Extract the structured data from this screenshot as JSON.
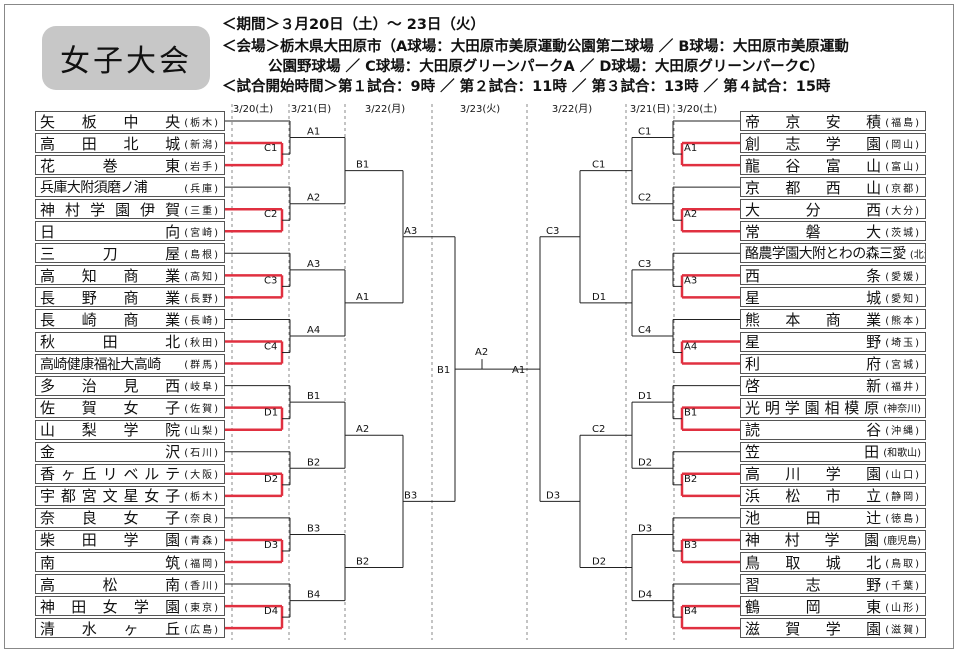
{
  "title": "女子大会",
  "info": [
    "＜期間＞３月20日（土）～ 23日（火）",
    "＜会場＞栃木県大田原市（A球場：大田原市美原運動公園第二球場 ／ B球場：大田原市美原運動",
    "公園野球場 ／ C球場：大田原グリーンパークA ／ D球場：大田原グリーンパークC）",
    "＜試合開始時間＞第１試合：9時 ／ 第２試合：11時 ／ 第３試合：13時 ／ 第４試合：15時"
  ],
  "dates": {
    "left": [
      "3/20(土)",
      "3/21(日)",
      "3/22(月)"
    ],
    "center": "3/23(火)",
    "right": [
      "3/22(月)",
      "3/21(日)",
      "3/20(土)"
    ]
  },
  "left_teams": [
    {
      "name": "矢板中央",
      "pref": "栃木"
    },
    {
      "name": "高田北城",
      "pref": "新潟"
    },
    {
      "name": "花巻東",
      "pref": "岩手"
    },
    {
      "name": "兵庫大附須磨ノ浦",
      "pref": "兵庫"
    },
    {
      "name": "神村学園伊賀",
      "pref": "三重"
    },
    {
      "name": "日向",
      "pref": "宮崎"
    },
    {
      "name": "三刀屋",
      "pref": "島根"
    },
    {
      "name": "高知商業",
      "pref": "高知"
    },
    {
      "name": "長野商業",
      "pref": "長野"
    },
    {
      "name": "長崎商業",
      "pref": "長崎"
    },
    {
      "name": "秋田北",
      "pref": "秋田"
    },
    {
      "name": "高崎健康福祉大高崎",
      "pref": "群馬"
    },
    {
      "name": "多治見西",
      "pref": "岐阜"
    },
    {
      "name": "佐賀女子",
      "pref": "佐賀"
    },
    {
      "name": "山梨学院",
      "pref": "山梨"
    },
    {
      "name": "金沢",
      "pref": "石川"
    },
    {
      "name": "香ヶ丘リベルテ",
      "pref": "大阪"
    },
    {
      "name": "宇都宮文星女子",
      "pref": "栃木"
    },
    {
      "name": "奈良女子",
      "pref": "奈良"
    },
    {
      "name": "柴田学園",
      "pref": "青森"
    },
    {
      "name": "南筑",
      "pref": "福岡"
    },
    {
      "name": "高松南",
      "pref": "香川"
    },
    {
      "name": "神田女学園",
      "pref": "東京"
    },
    {
      "name": "清水ヶ丘",
      "pref": "広島"
    }
  ],
  "right_teams": [
    {
      "name": "帝京安積",
      "pref": "福島"
    },
    {
      "name": "創志学園",
      "pref": "岡山"
    },
    {
      "name": "龍谷富山",
      "pref": "富山"
    },
    {
      "name": "京都西山",
      "pref": "京都"
    },
    {
      "name": "大分西",
      "pref": "大分"
    },
    {
      "name": "常磐大",
      "pref": "茨城"
    },
    {
      "name": "酪農学園大附とわの森三愛",
      "pref": "北海道"
    },
    {
      "name": "西条",
      "pref": "愛媛"
    },
    {
      "name": "星城",
      "pref": "愛知"
    },
    {
      "name": "熊本商業",
      "pref": "熊本"
    },
    {
      "name": "星野",
      "pref": "埼玉"
    },
    {
      "name": "利府",
      "pref": "宮城"
    },
    {
      "name": "啓新",
      "pref": "福井"
    },
    {
      "name": "光明学園相模原",
      "pref": "神奈川"
    },
    {
      "name": "読谷",
      "pref": "沖縄"
    },
    {
      "name": "笠田",
      "pref": "和歌山"
    },
    {
      "name": "高川学園",
      "pref": "山口"
    },
    {
      "name": "浜松市立",
      "pref": "静岡"
    },
    {
      "name": "池田辻",
      "pref": "徳島"
    },
    {
      "name": "神村学園",
      "pref": "鹿児島"
    },
    {
      "name": "鳥取城北",
      "pref": "鳥取"
    },
    {
      "name": "習志野",
      "pref": "千葉"
    },
    {
      "name": "鶴岡東",
      "pref": "山形"
    },
    {
      "name": "滋賀学園",
      "pref": "滋賀"
    }
  ],
  "left_r1_labels": [
    "C1",
    "C2",
    "C3",
    "C4",
    "D1",
    "D2",
    "D3",
    "D4"
  ],
  "left_r2_labels": [
    "A1",
    "A2",
    "A3",
    "A4",
    "B1",
    "B2",
    "B3",
    "B4"
  ],
  "left_r3_labels": [
    "B1",
    "A1",
    "A2",
    "B2"
  ],
  "left_r4_labels": [
    "A3",
    "B3"
  ],
  "left_semi_label": "B1",
  "final_label": "A2",
  "right_semi_label": "A1",
  "right_r4_labels": [
    "C3",
    "D3"
  ],
  "right_r3_labels": [
    "C1",
    "D1",
    "C2",
    "D2"
  ],
  "right_r2_labels": [
    "C1",
    "C2",
    "C3",
    "C4",
    "D1",
    "D2",
    "D3",
    "D4"
  ],
  "right_r1_labels": [
    "A1",
    "A2",
    "A3",
    "A4",
    "B1",
    "B2",
    "B3",
    "B4"
  ],
  "colors": {
    "highlight": "#e03040",
    "line": "#222222",
    "title_bg": "#c7c7c7"
  }
}
